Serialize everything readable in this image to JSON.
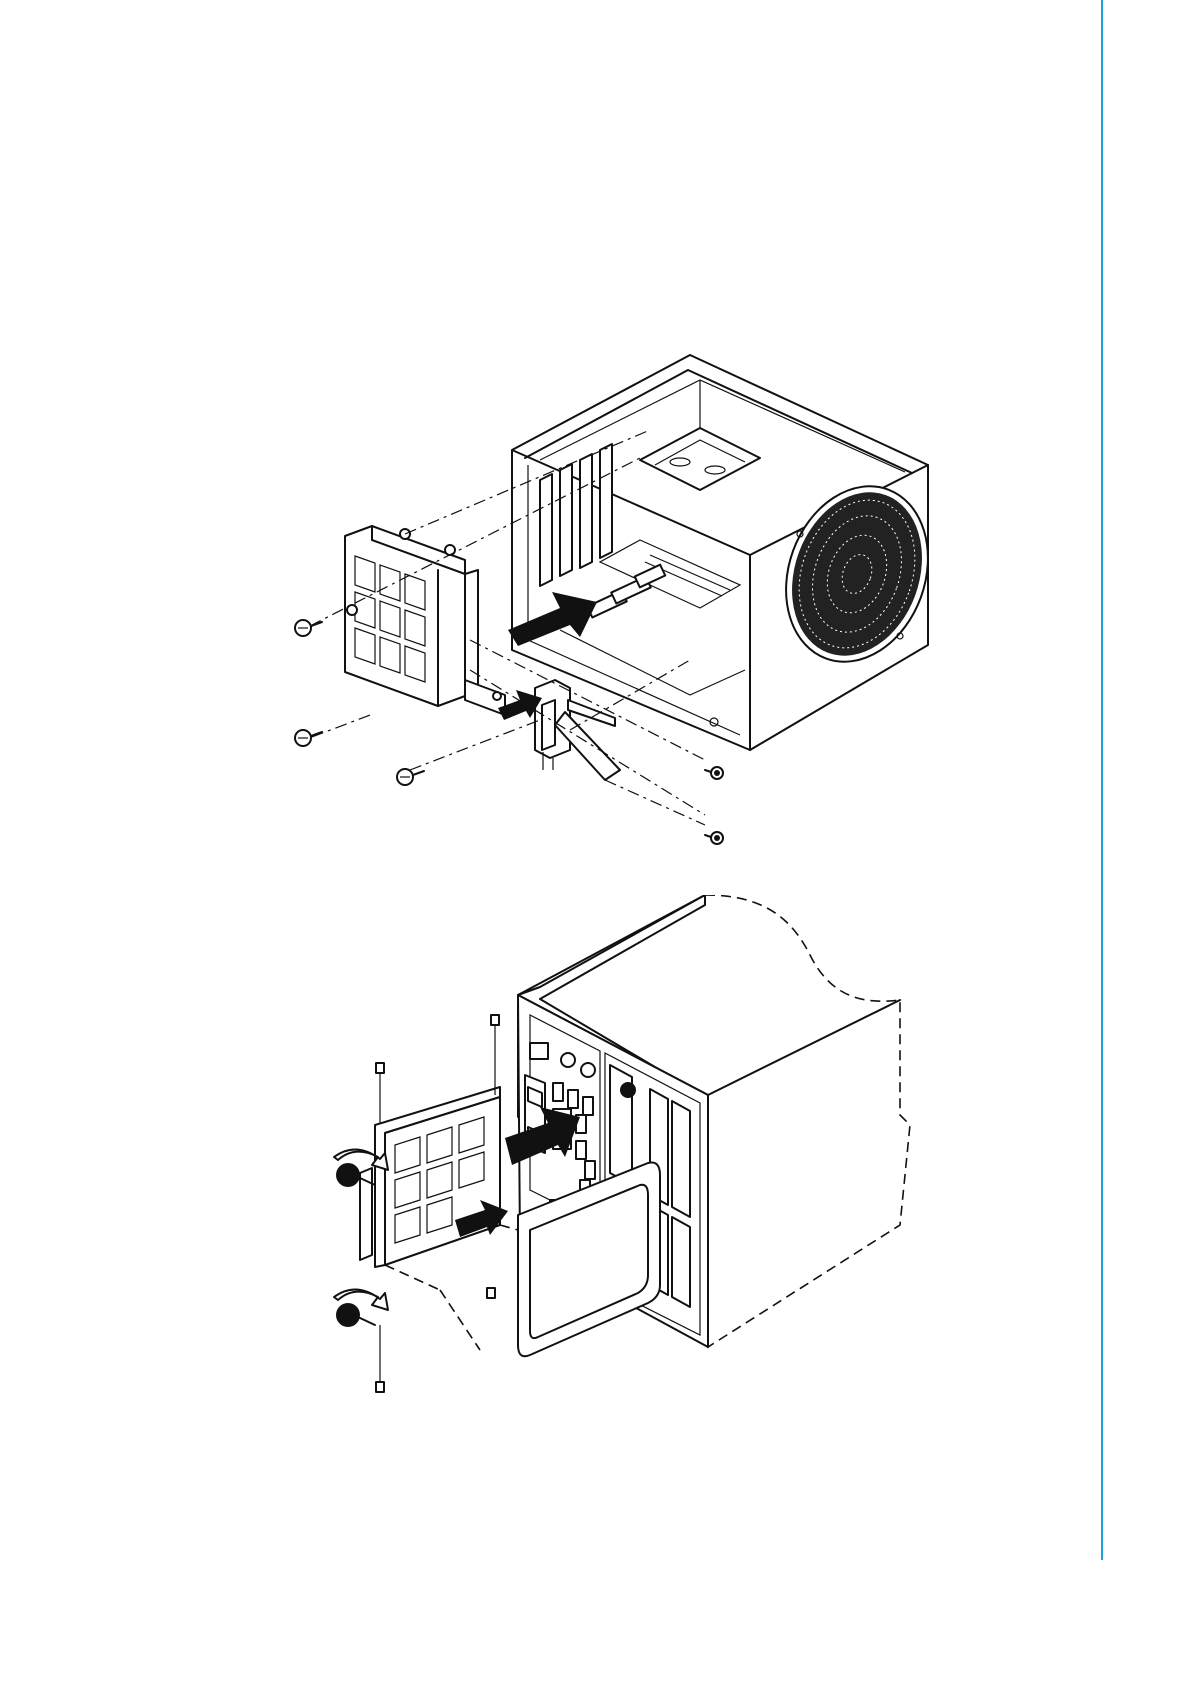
{
  "page": {
    "accent_color": "#1aa3d9",
    "figures": [
      {
        "id": "fig-top",
        "content": "exploded-assembly-drawing"
      },
      {
        "id": "fig-bottom",
        "content": "assembly-drawing"
      }
    ]
  },
  "icons": [
    "screw-icon",
    "arrow-icon",
    "thumbscrew-icon",
    "rotate-arrow-icon"
  ]
}
